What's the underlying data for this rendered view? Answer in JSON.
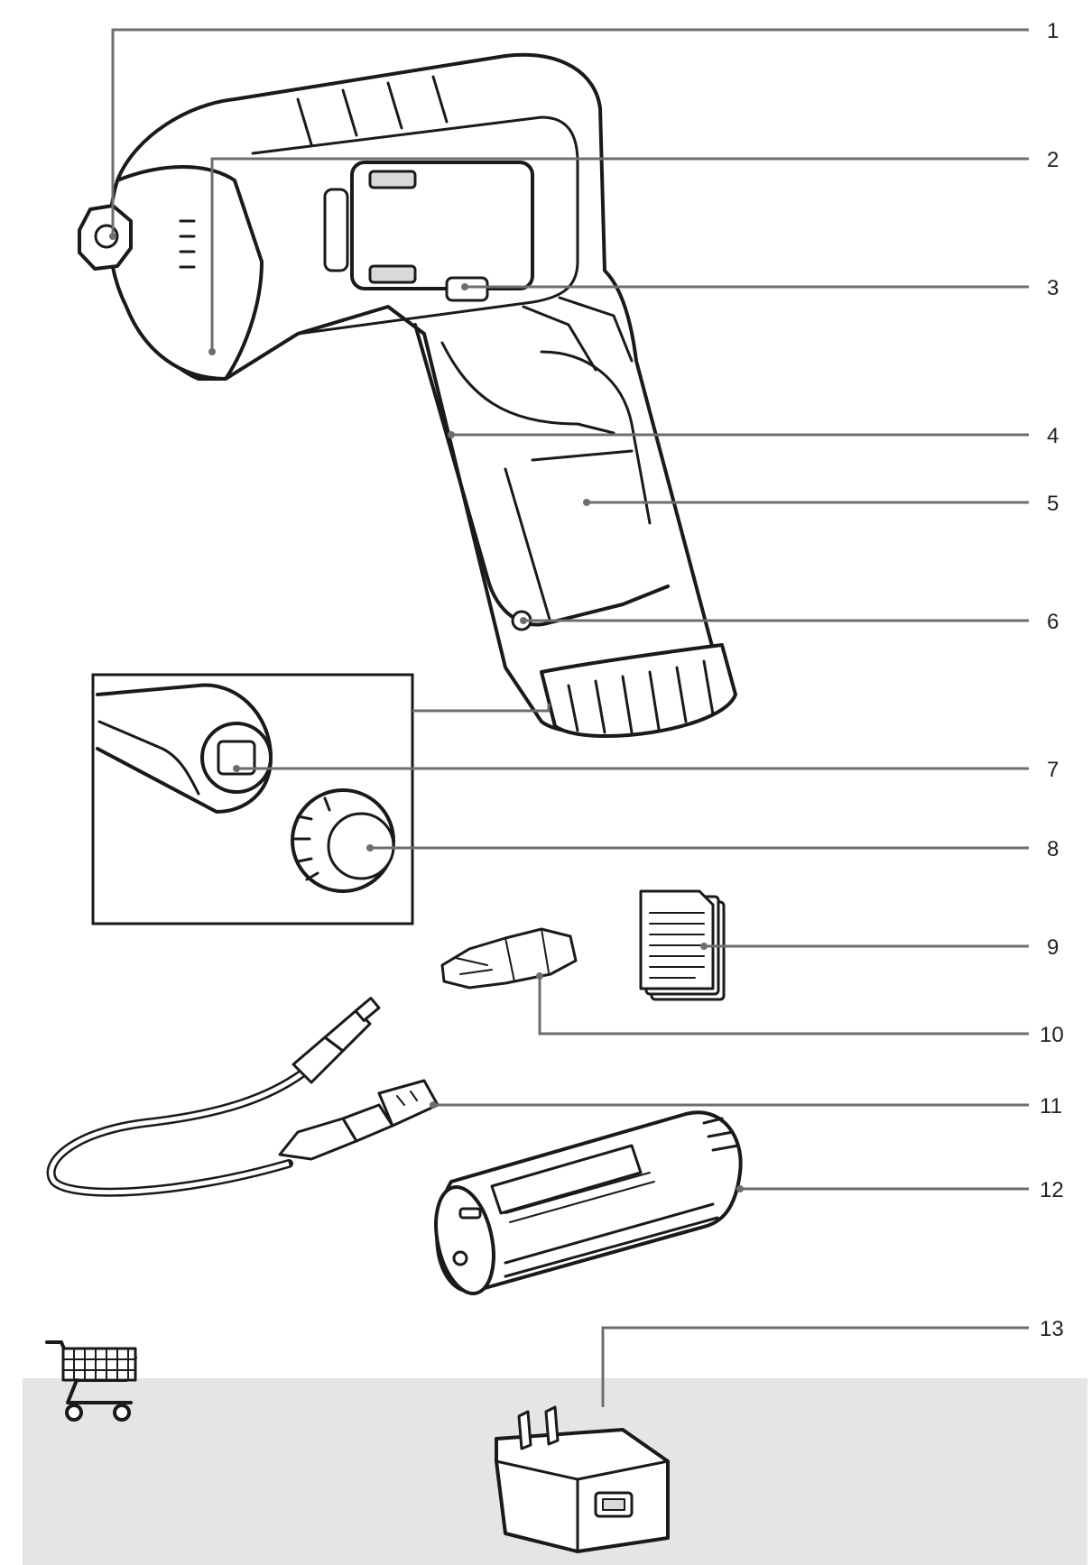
{
  "callouts": [
    {
      "id": "1",
      "label": "1"
    },
    {
      "id": "2",
      "label": "2"
    },
    {
      "id": "3",
      "label": "3"
    },
    {
      "id": "4",
      "label": "4"
    },
    {
      "id": "5",
      "label": "5"
    },
    {
      "id": "6",
      "label": "6"
    },
    {
      "id": "7",
      "label": "7"
    },
    {
      "id": "8",
      "label": "8"
    },
    {
      "id": "9",
      "label": "9"
    },
    {
      "id": "10",
      "label": "10"
    },
    {
      "id": "11",
      "label": "11"
    },
    {
      "id": "12",
      "label": "12"
    },
    {
      "id": "13",
      "label": "13"
    }
  ],
  "icons": {
    "cart": "shopping-cart-icon"
  },
  "colors": {
    "leader": "#6e6e6e",
    "panel": "#e5e5e5",
    "ink": "#1a1a1a"
  }
}
